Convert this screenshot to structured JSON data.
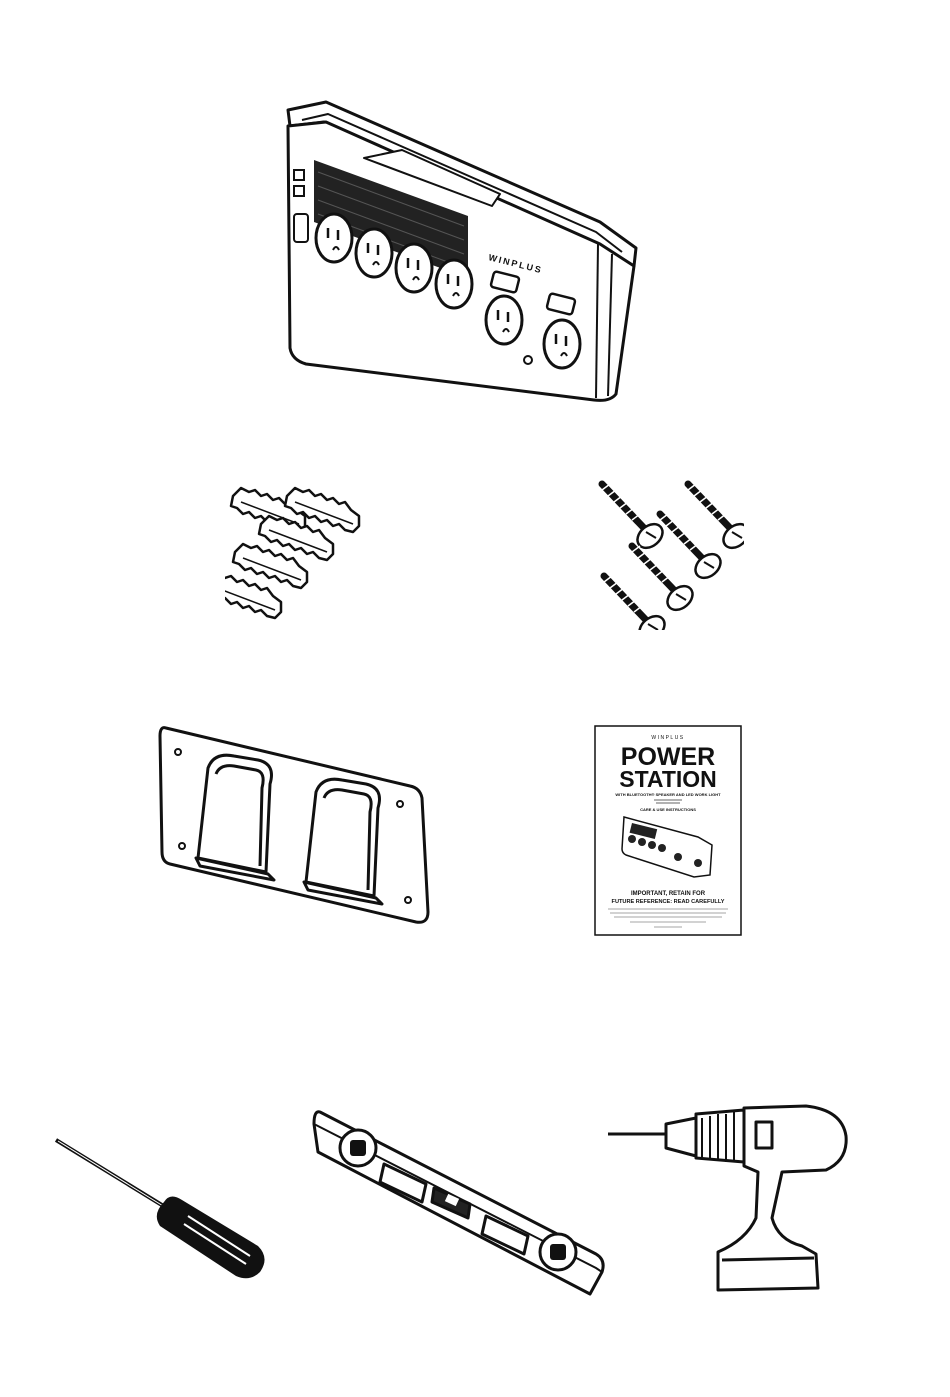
{
  "manual": {
    "brand": "WINPLUS",
    "title_line1": "POWER",
    "title_line2": "STATION",
    "subtitle": "WITH BLUETOOTH® SPEAKER AND LED WORK LIGHT",
    "section": "CARE & USE INSTRUCTIONS",
    "warning_line1": "IMPORTANT, RETAIN FOR",
    "warning_line2": "FUTURE REFERENCE: READ CAREFULLY"
  },
  "power_station": {
    "brand": "WINPLUS"
  },
  "icons": {
    "power_station": "power-strip-icon",
    "anchors": "wall-anchor-icon",
    "screws": "screw-icon",
    "bracket": "mounting-bracket-icon",
    "manual": "manual-booklet-icon",
    "screwdriver": "screwdriver-icon",
    "level": "spirit-level-icon",
    "drill": "power-drill-icon"
  }
}
